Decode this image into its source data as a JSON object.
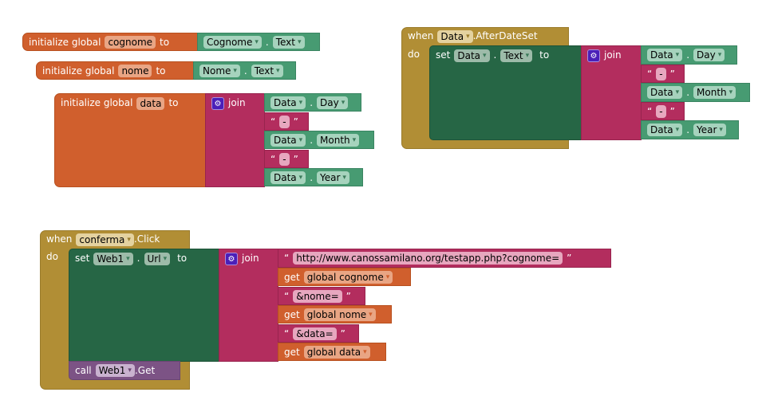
{
  "init_cognome": {
    "kw": "initialize global",
    "var": "cognome",
    "to": "to",
    "component": "Cognome",
    "dot": ".",
    "prop": "Text"
  },
  "init_nome": {
    "kw": "initialize global",
    "var": "nome",
    "to": "to",
    "component": "Nome",
    "dot": ".",
    "prop": "Text"
  },
  "init_data": {
    "kw": "initialize global",
    "var": "data",
    "to": "to",
    "join": "join",
    "items": [
      {
        "component": "Data",
        "prop": "Day"
      },
      {
        "text": "-"
      },
      {
        "component": "Data",
        "prop": "Month"
      },
      {
        "text": "-"
      },
      {
        "component": "Data",
        "prop": "Year"
      }
    ]
  },
  "after_date": {
    "when": "when",
    "component": "Data",
    "event": ".AfterDateSet",
    "do": "do",
    "set": "set",
    "set_component": "Data",
    "set_prop": "Text",
    "to": "to",
    "join": "join",
    "items": [
      {
        "component": "Data",
        "prop": "Day"
      },
      {
        "text": "-"
      },
      {
        "component": "Data",
        "prop": "Month"
      },
      {
        "text": "-"
      },
      {
        "component": "Data",
        "prop": "Year"
      }
    ]
  },
  "click": {
    "when": "when",
    "component": "conferma",
    "event": ".Click",
    "do": "do",
    "set": "set",
    "set_component": "Web1",
    "set_prop": "Url",
    "to": "to",
    "join": "join",
    "items": [
      {
        "text": "http://www.canossamilano.org/testapp.php?cognome="
      },
      {
        "get": "get",
        "var": "global cognome"
      },
      {
        "text": "&nome="
      },
      {
        "get": "get",
        "var": "global nome"
      },
      {
        "text": "&data="
      },
      {
        "get": "get",
        "var": "global data"
      }
    ],
    "call": "call",
    "call_component": "Web1",
    "call_method": ".Get"
  },
  "symbols": {
    "dot": ".",
    "open_quote": "“",
    "close_quote": "”",
    "arrow": "▾",
    "gear": "⚙"
  },
  "colors": {
    "variables": "#d05f2d",
    "component_getter": "#479b72",
    "component_setter": "#266645",
    "text": "#b32d5e",
    "event": "#b18e35",
    "method": "#7c5385"
  }
}
